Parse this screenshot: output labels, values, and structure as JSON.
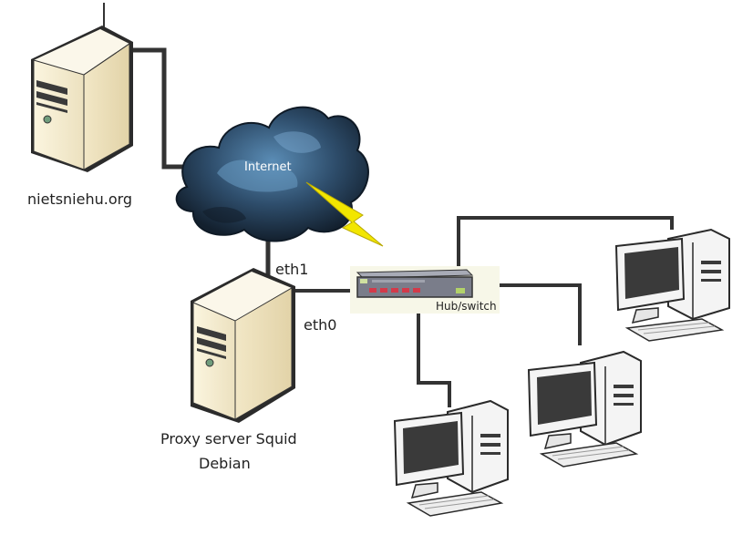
{
  "nodes": {
    "web_server_label": "nietsniehu.org",
    "cloud_label": "Internet",
    "eth1_label": "eth1",
    "eth0_label": "eth0",
    "proxy_label_line1": "Proxy server Squid",
    "proxy_label_line2": "Debian",
    "hub_label": "Hub/switch"
  },
  "colors": {
    "cable": "#333333",
    "cloud_dark": "#1f3247",
    "cloud_light": "#4b7ea8",
    "lightning": "#f2e600",
    "server_body": "#f5ecd2",
    "monitor_screen": "#3a3a3a",
    "hub_body": "#7a7d8a",
    "hub_led": "#d23a4a"
  }
}
